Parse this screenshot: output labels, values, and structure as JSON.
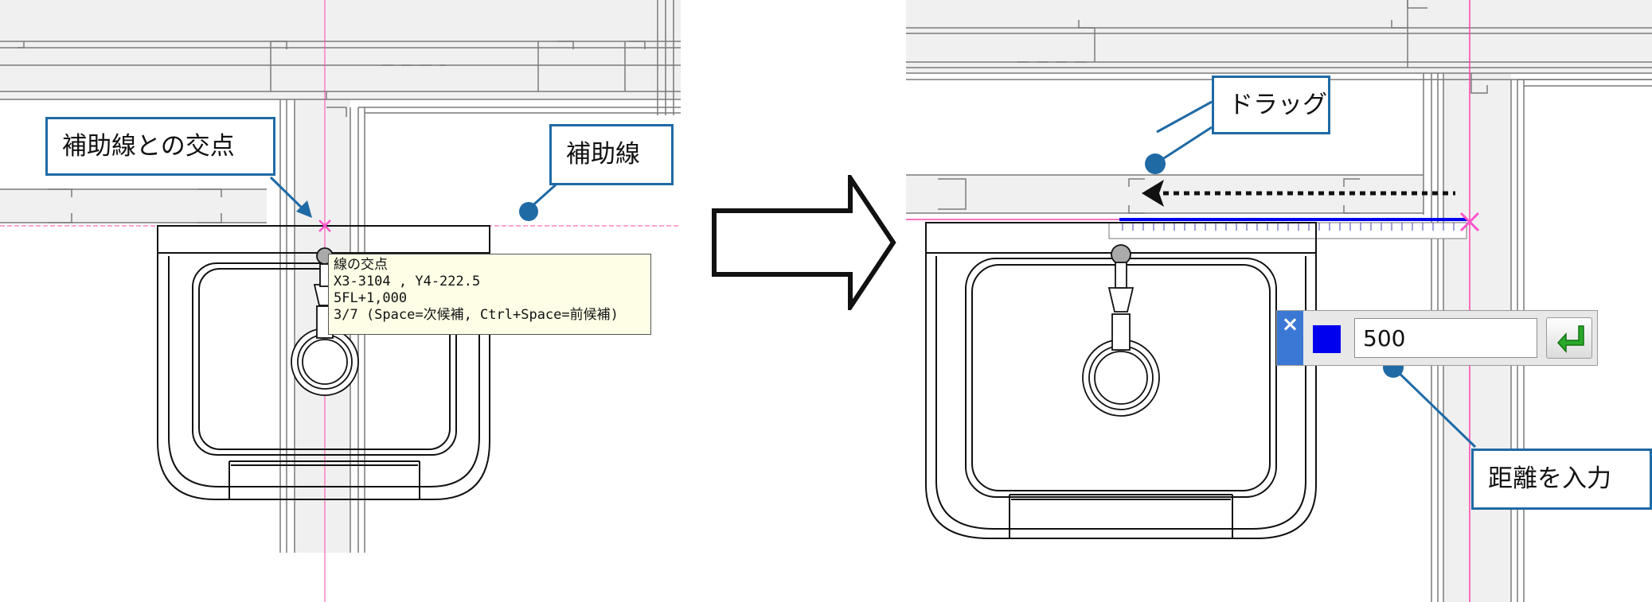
{
  "left_panel": {
    "callout_intersection": "補助線との交点",
    "callout_guide_line": "補助線",
    "tooltip": {
      "line1": "線の交点",
      "line2": "X3-3104 , Y4-222.5",
      "line3": "5FL+1,000",
      "line4": "3/7 (Space=次候補, Ctrl+Space=前候補)"
    }
  },
  "right_panel": {
    "callout_drag": "ドラッグ",
    "callout_distance": "距離を入力",
    "distance_input": {
      "close_label": "×",
      "value": "500"
    }
  },
  "icons": {
    "transition_arrow": "right-arrow-icon",
    "enter_button": "enter-return-icon",
    "snap_marker": "snap-cross-icon"
  },
  "colors": {
    "callout_border": "#1f6aa5",
    "guide_line": "#ff44aa",
    "snap_marker": "#ff55cc",
    "dimension_line": "#0000ee",
    "input_close_bg": "#3b78d6",
    "tooltip_bg": "#fefee6"
  }
}
